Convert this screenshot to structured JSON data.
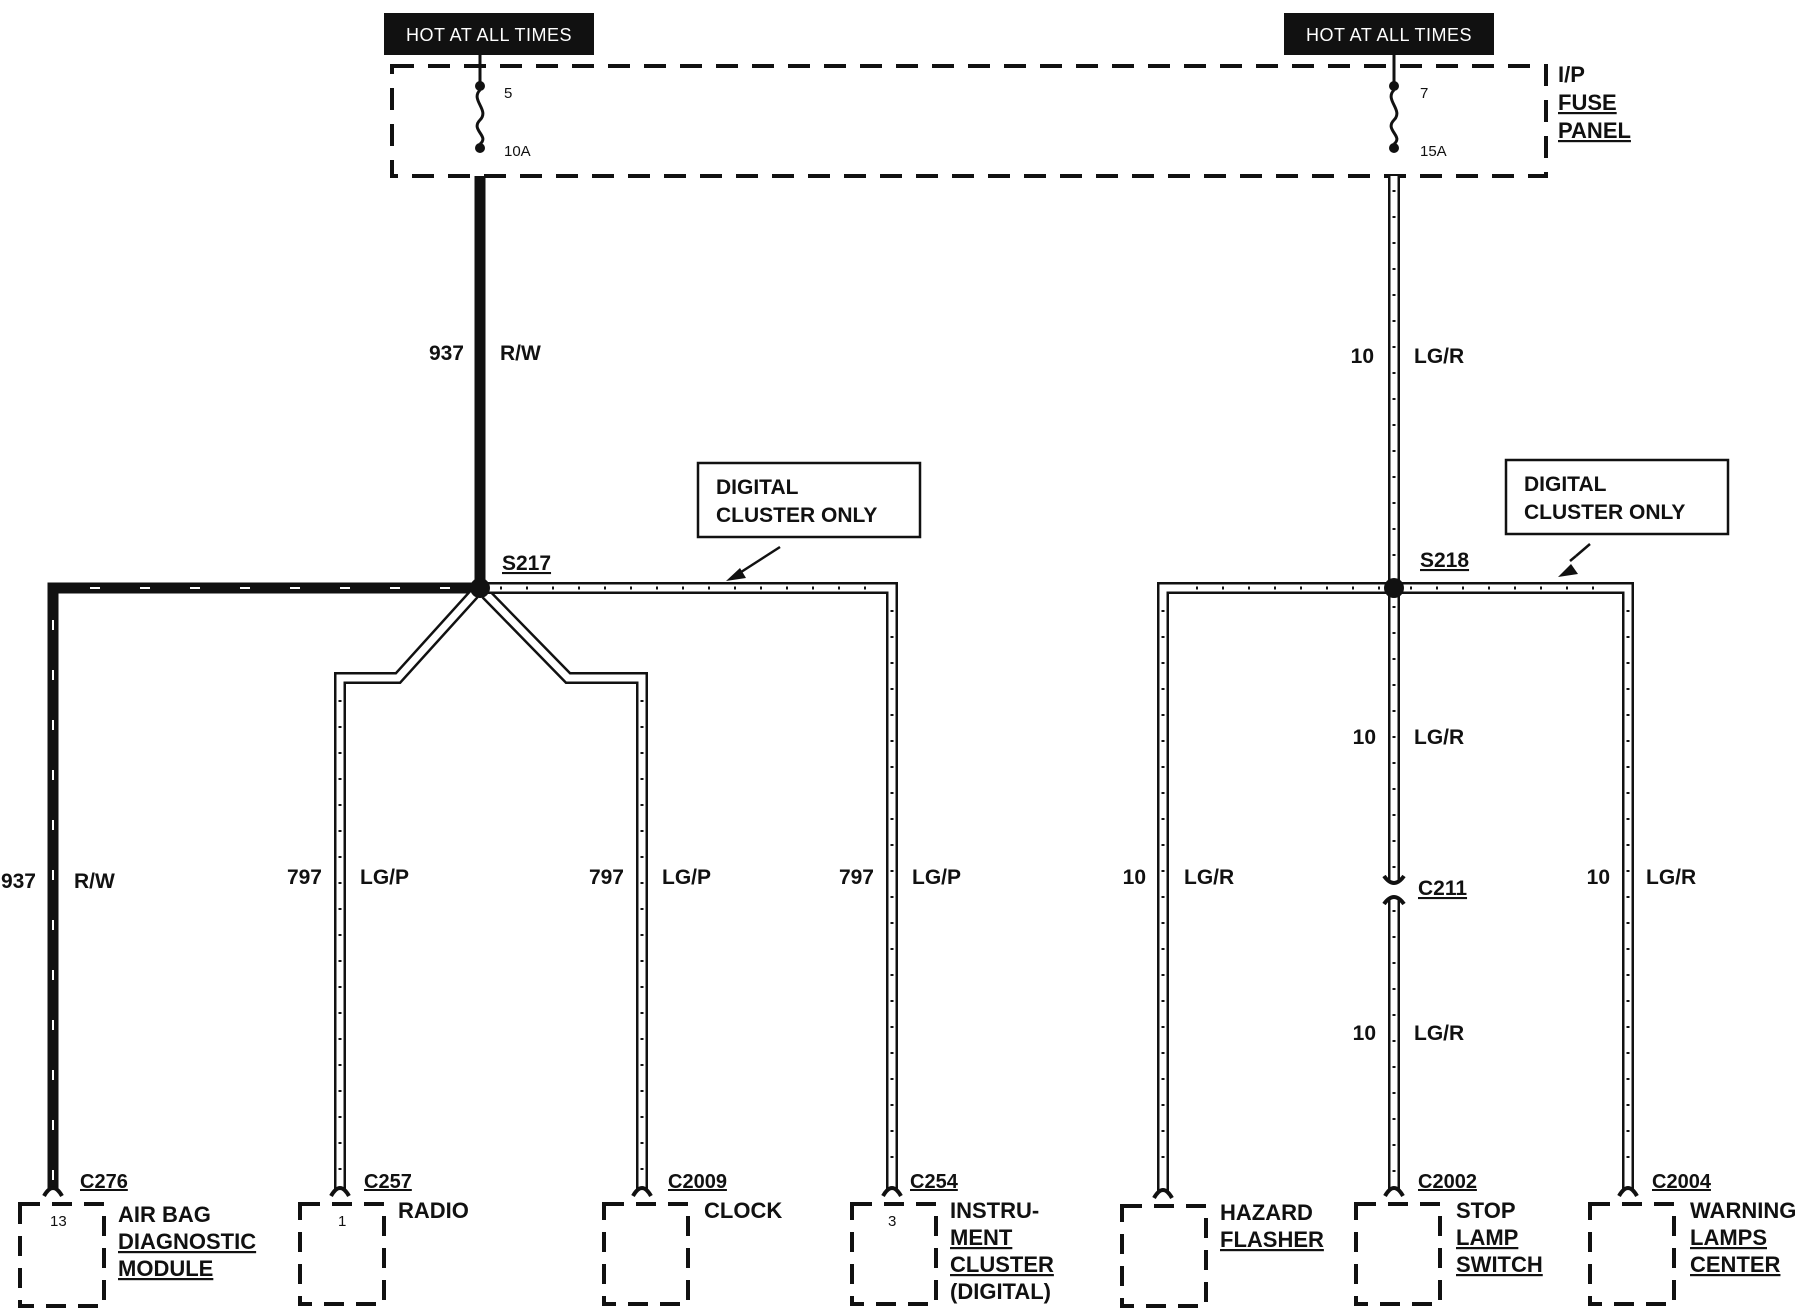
{
  "power": {
    "left_header": "HOT AT ALL TIMES",
    "right_header": "HOT AT ALL TIMES"
  },
  "fuse_panel": {
    "label_line1": "I/P",
    "label_line2": "FUSE",
    "label_line3": "PANEL",
    "fuse_left": {
      "number": "5",
      "rating": "10A"
    },
    "fuse_right": {
      "number": "7",
      "rating": "15A"
    }
  },
  "wires": {
    "main_left": {
      "circuit": "937",
      "color": "R/W"
    },
    "main_right": {
      "circuit": "10",
      "color": "LG/R"
    },
    "airbag": {
      "circuit": "937",
      "color": "R/W"
    },
    "radio": {
      "circuit": "797",
      "color": "LG/P"
    },
    "clock": {
      "circuit": "797",
      "color": "LG/P"
    },
    "cluster": {
      "circuit": "797",
      "color": "LG/P"
    },
    "hazard": {
      "circuit": "10",
      "color": "LG/R"
    },
    "stop_upper": {
      "circuit": "10",
      "color": "LG/R"
    },
    "stop_lower": {
      "circuit": "10",
      "color": "LG/R"
    },
    "warning": {
      "circuit": "10",
      "color": "LG/R"
    }
  },
  "splices": {
    "left": "S217",
    "right": "S218"
  },
  "inline_connector": "C211",
  "notes": {
    "left_line1": "DIGITAL",
    "left_line2": "CLUSTER ONLY",
    "right_line1": "DIGITAL",
    "right_line2": "CLUSTER ONLY"
  },
  "components": [
    {
      "connector": "C276",
      "pin": "13",
      "lines": [
        "AIR BAG",
        "DIAGNOSTIC",
        "MODULE"
      ]
    },
    {
      "connector": "C257",
      "pin": "1",
      "lines": [
        "RADIO"
      ]
    },
    {
      "connector": "C2009",
      "pin": "",
      "lines": [
        "CLOCK"
      ]
    },
    {
      "connector": "C254",
      "pin": "3",
      "lines": [
        "INSTRU-",
        "MENT",
        "CLUSTER",
        "(DIGITAL)"
      ]
    },
    {
      "connector": "",
      "pin": "",
      "lines": [
        "HAZARD",
        "FLASHER"
      ]
    },
    {
      "connector": "C2002",
      "pin": "",
      "lines": [
        "STOP",
        "LAMP",
        "SWITCH"
      ]
    },
    {
      "connector": "C2004",
      "pin": "",
      "lines": [
        "WARNING",
        "LAMPS",
        "CENTER"
      ]
    }
  ]
}
